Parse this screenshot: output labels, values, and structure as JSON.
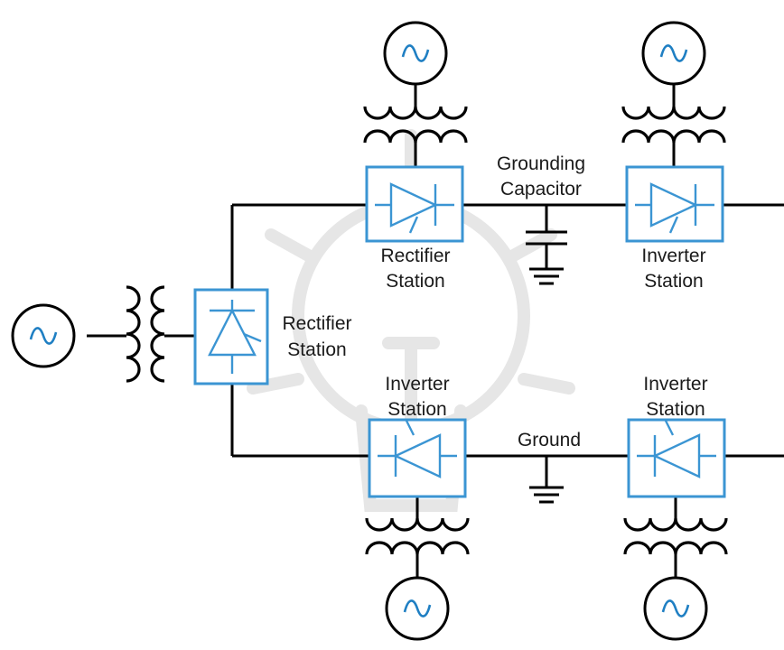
{
  "labels": {
    "rectifier_station_main_1": "Rectifier",
    "rectifier_station_main_2": "Station",
    "rectifier_station_top_1": "Rectifier",
    "rectifier_station_top_2": "Station",
    "inverter_station_top_1": "Inverter",
    "inverter_station_top_2": "Station",
    "inverter_station_bottom_left_1": "Inverter",
    "inverter_station_bottom_left_2": "Station",
    "inverter_station_bottom_right_1": "Inverter",
    "inverter_station_bottom_right_2": "Station",
    "grounding_capacitor_1": "Grounding",
    "grounding_capacitor_2": "Capacitor",
    "ground": "Ground"
  },
  "colors": {
    "converter": "#3b95d3",
    "sine_wave": "#1f7fc3",
    "wire": "#000000",
    "watermark": "#e6e6e6"
  }
}
